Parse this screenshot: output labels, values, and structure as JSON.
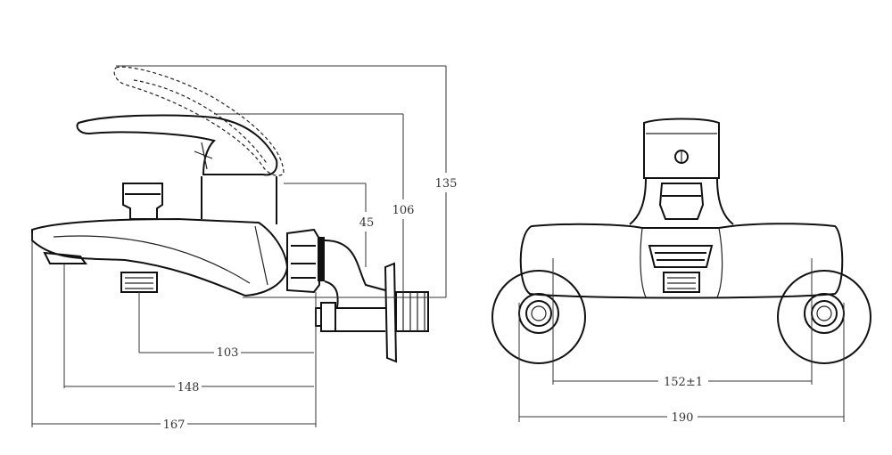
{
  "title": "Bath mixer technical drawing",
  "side_view": {
    "dimensions": {
      "overall_height": "135",
      "handle_height": "106",
      "outlet_offset": "45",
      "spout_outlet_distance": "103",
      "spout_tip_distance": "148",
      "overall_length": "167"
    }
  },
  "front_view": {
    "dimensions": {
      "inlet_spacing": "152±1",
      "overall_width": "190"
    }
  }
}
